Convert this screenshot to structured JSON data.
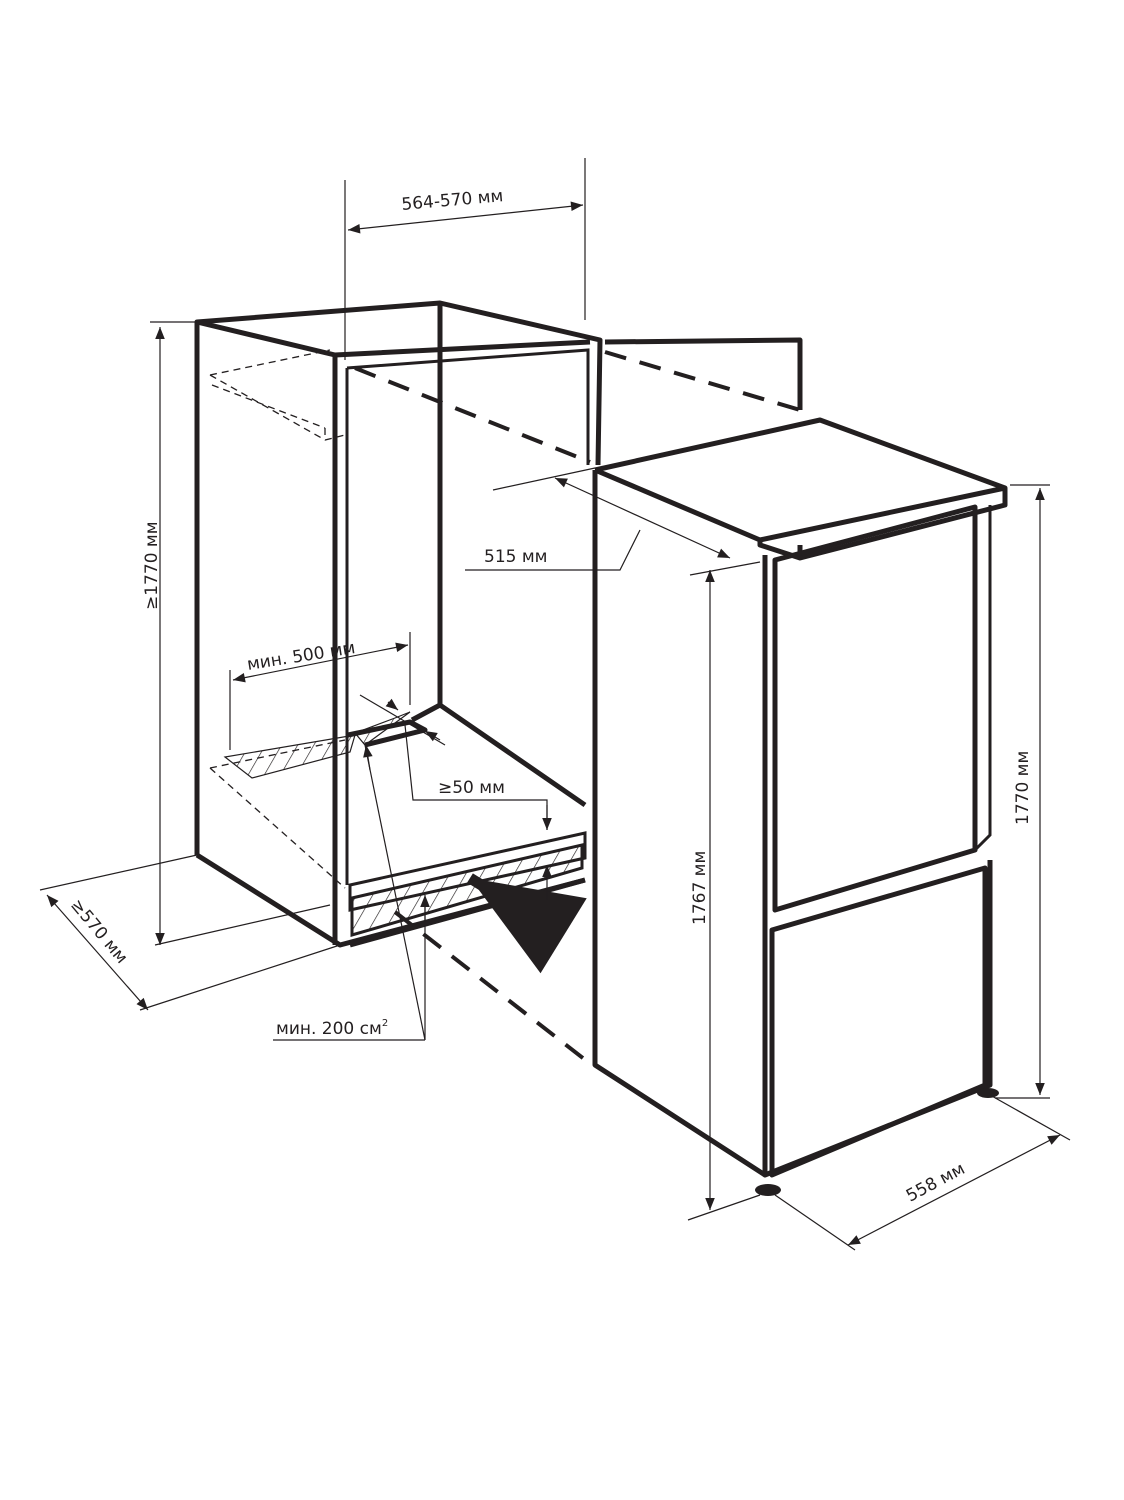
{
  "title": "Built-in refrigerator installation dimensions",
  "dimensions": {
    "niche_width": "564-570 мм",
    "niche_height": "≥1770 мм",
    "niche_depth": "≥570 мм",
    "fridge_depth_top": "515 мм",
    "min_vent_depth": "мин. 500 мм",
    "vent_gap": "≥50 мм",
    "vent_area": "мин. 200 см",
    "vent_area_sup": "2",
    "fridge_height_front": "1767 мм",
    "fridge_height": "1770 мм",
    "fridge_width": "558 мм"
  },
  "colors": {
    "line": "#231f20",
    "background": "#ffffff"
  }
}
